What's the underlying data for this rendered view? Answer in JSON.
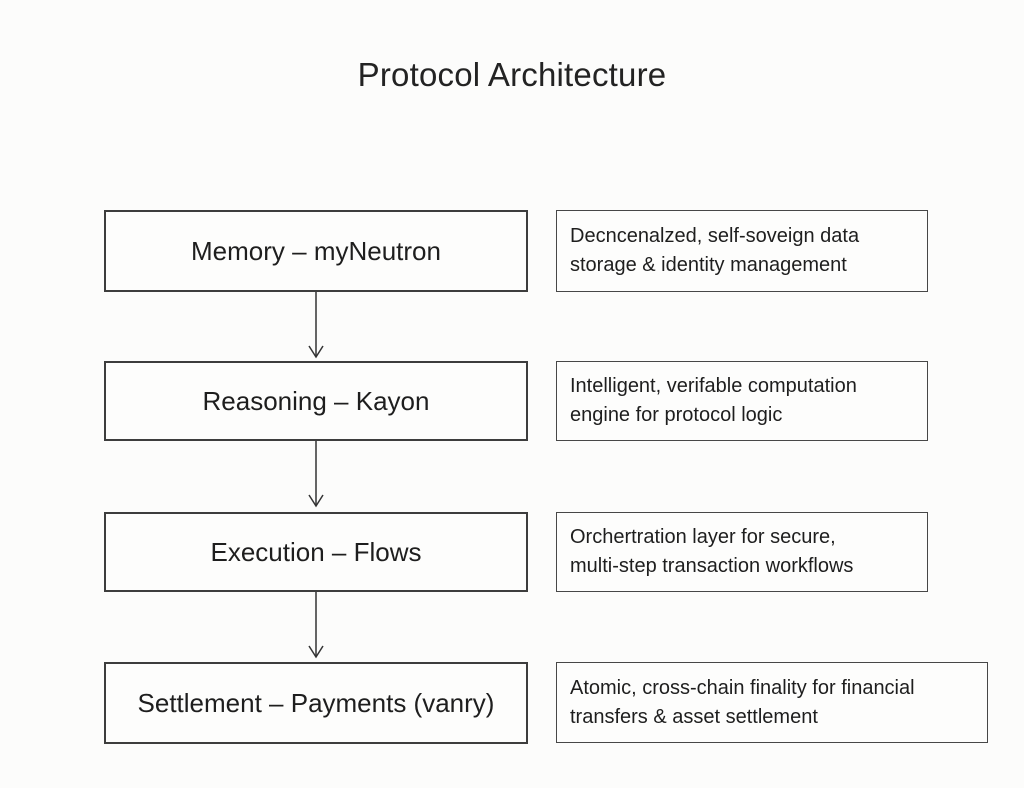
{
  "title": "Protocol Architecture",
  "colors": {
    "border": "#3d3d3d",
    "text": "#1e1e1e",
    "background": "#fcfcfb"
  },
  "diagram": {
    "type": "vertical-flowchart",
    "rows": [
      {
        "layer_label": "Memory – myNeutron",
        "description_lines": [
          "Decncenalzed, self-soveign data",
          "storage & identity management"
        ]
      },
      {
        "layer_label": "Reasoning – Kayon",
        "description_lines": [
          "Intelligent, verifable computation",
          "engine for protocol logic"
        ]
      },
      {
        "layer_label": "Execution – Flows",
        "description_lines": [
          "Orchertration layer for secure,",
          "multi-step transaction workflows"
        ]
      },
      {
        "layer_label": "Settlement – Payments (vanry)",
        "description_lines": [
          "Atomic, cross-chain finality for financial",
          "transfers & asset settlement"
        ]
      }
    ],
    "connectors": [
      "arrow-down",
      "arrow-down",
      "arrow-down"
    ]
  }
}
